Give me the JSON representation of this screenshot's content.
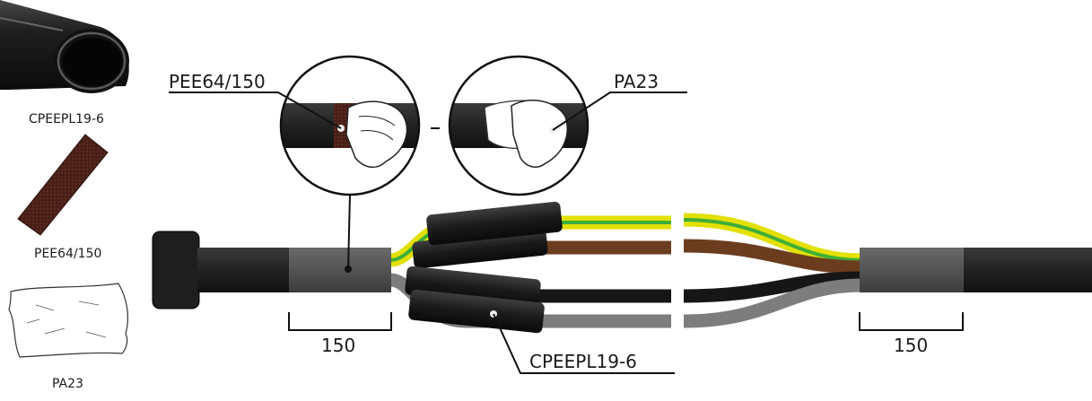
{
  "sidebar": {
    "items": [
      {
        "label": "CPEEPL19-6",
        "icon": "black-tube-icon"
      },
      {
        "label": "PEE64/150",
        "icon": "abrasive-strip-icon"
      },
      {
        "label": "PA23",
        "icon": "cleaning-wipe-icon"
      }
    ]
  },
  "callouts": {
    "abrasive": "PEE64/150",
    "wipe": "PA23",
    "tube": "CPEEPL19-6"
  },
  "dimensions": {
    "left": "150",
    "right": "150"
  },
  "colors": {
    "cable_sheath": "#2a2a2a",
    "abraded_zone": "#555555",
    "wire_yellow": "#e3e000",
    "wire_green": "#3fae3a",
    "wire_brown": "#6b3d1e",
    "wire_black": "#161616",
    "wire_grey": "#7d7d7d",
    "abrasive": "#4a2018"
  }
}
